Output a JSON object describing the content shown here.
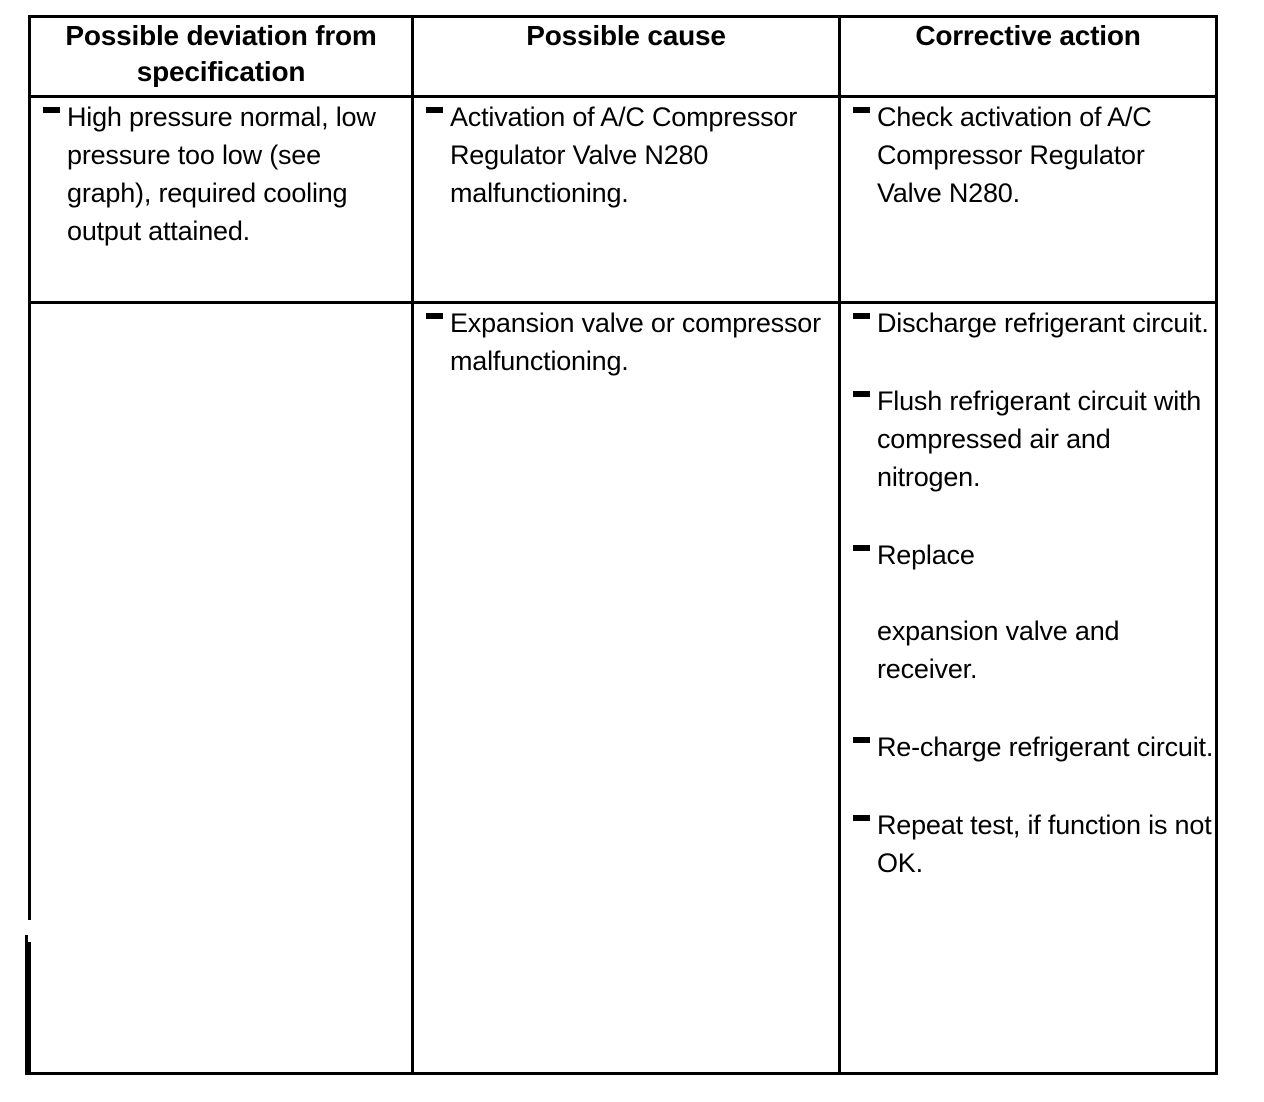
{
  "document": {
    "type": "troubleshooting-table",
    "background_color": "#ffffff",
    "text_color": "#000000",
    "border_color": "#000000"
  },
  "table": {
    "headers": [
      "Possible deviation from specification",
      "Possible cause",
      "Corrective action"
    ],
    "rows": [
      {
        "deviation": [
          "High pressure normal, low pressure too low (see graph), required cooling output attained."
        ],
        "cause": [
          "Activation of A/C Compressor Regulator Valve N280 malfunctioning."
        ],
        "action": [
          "Check activation of A/C Compressor Regulator Valve N280."
        ]
      },
      {
        "deviation": [],
        "cause": [
          "Expansion valve or compressor malfunctioning."
        ],
        "action": [
          "Discharge refrigerant circuit.",
          "Flush refrigerant circuit with compressed air and nitrogen.",
          "Replace",
          "expansion valve and receiver.",
          "Re-charge refrigerant circuit.",
          "Repeat test, if function is not OK."
        ]
      }
    ]
  },
  "icons": {
    "bullet": "dash-bullet-icon"
  }
}
